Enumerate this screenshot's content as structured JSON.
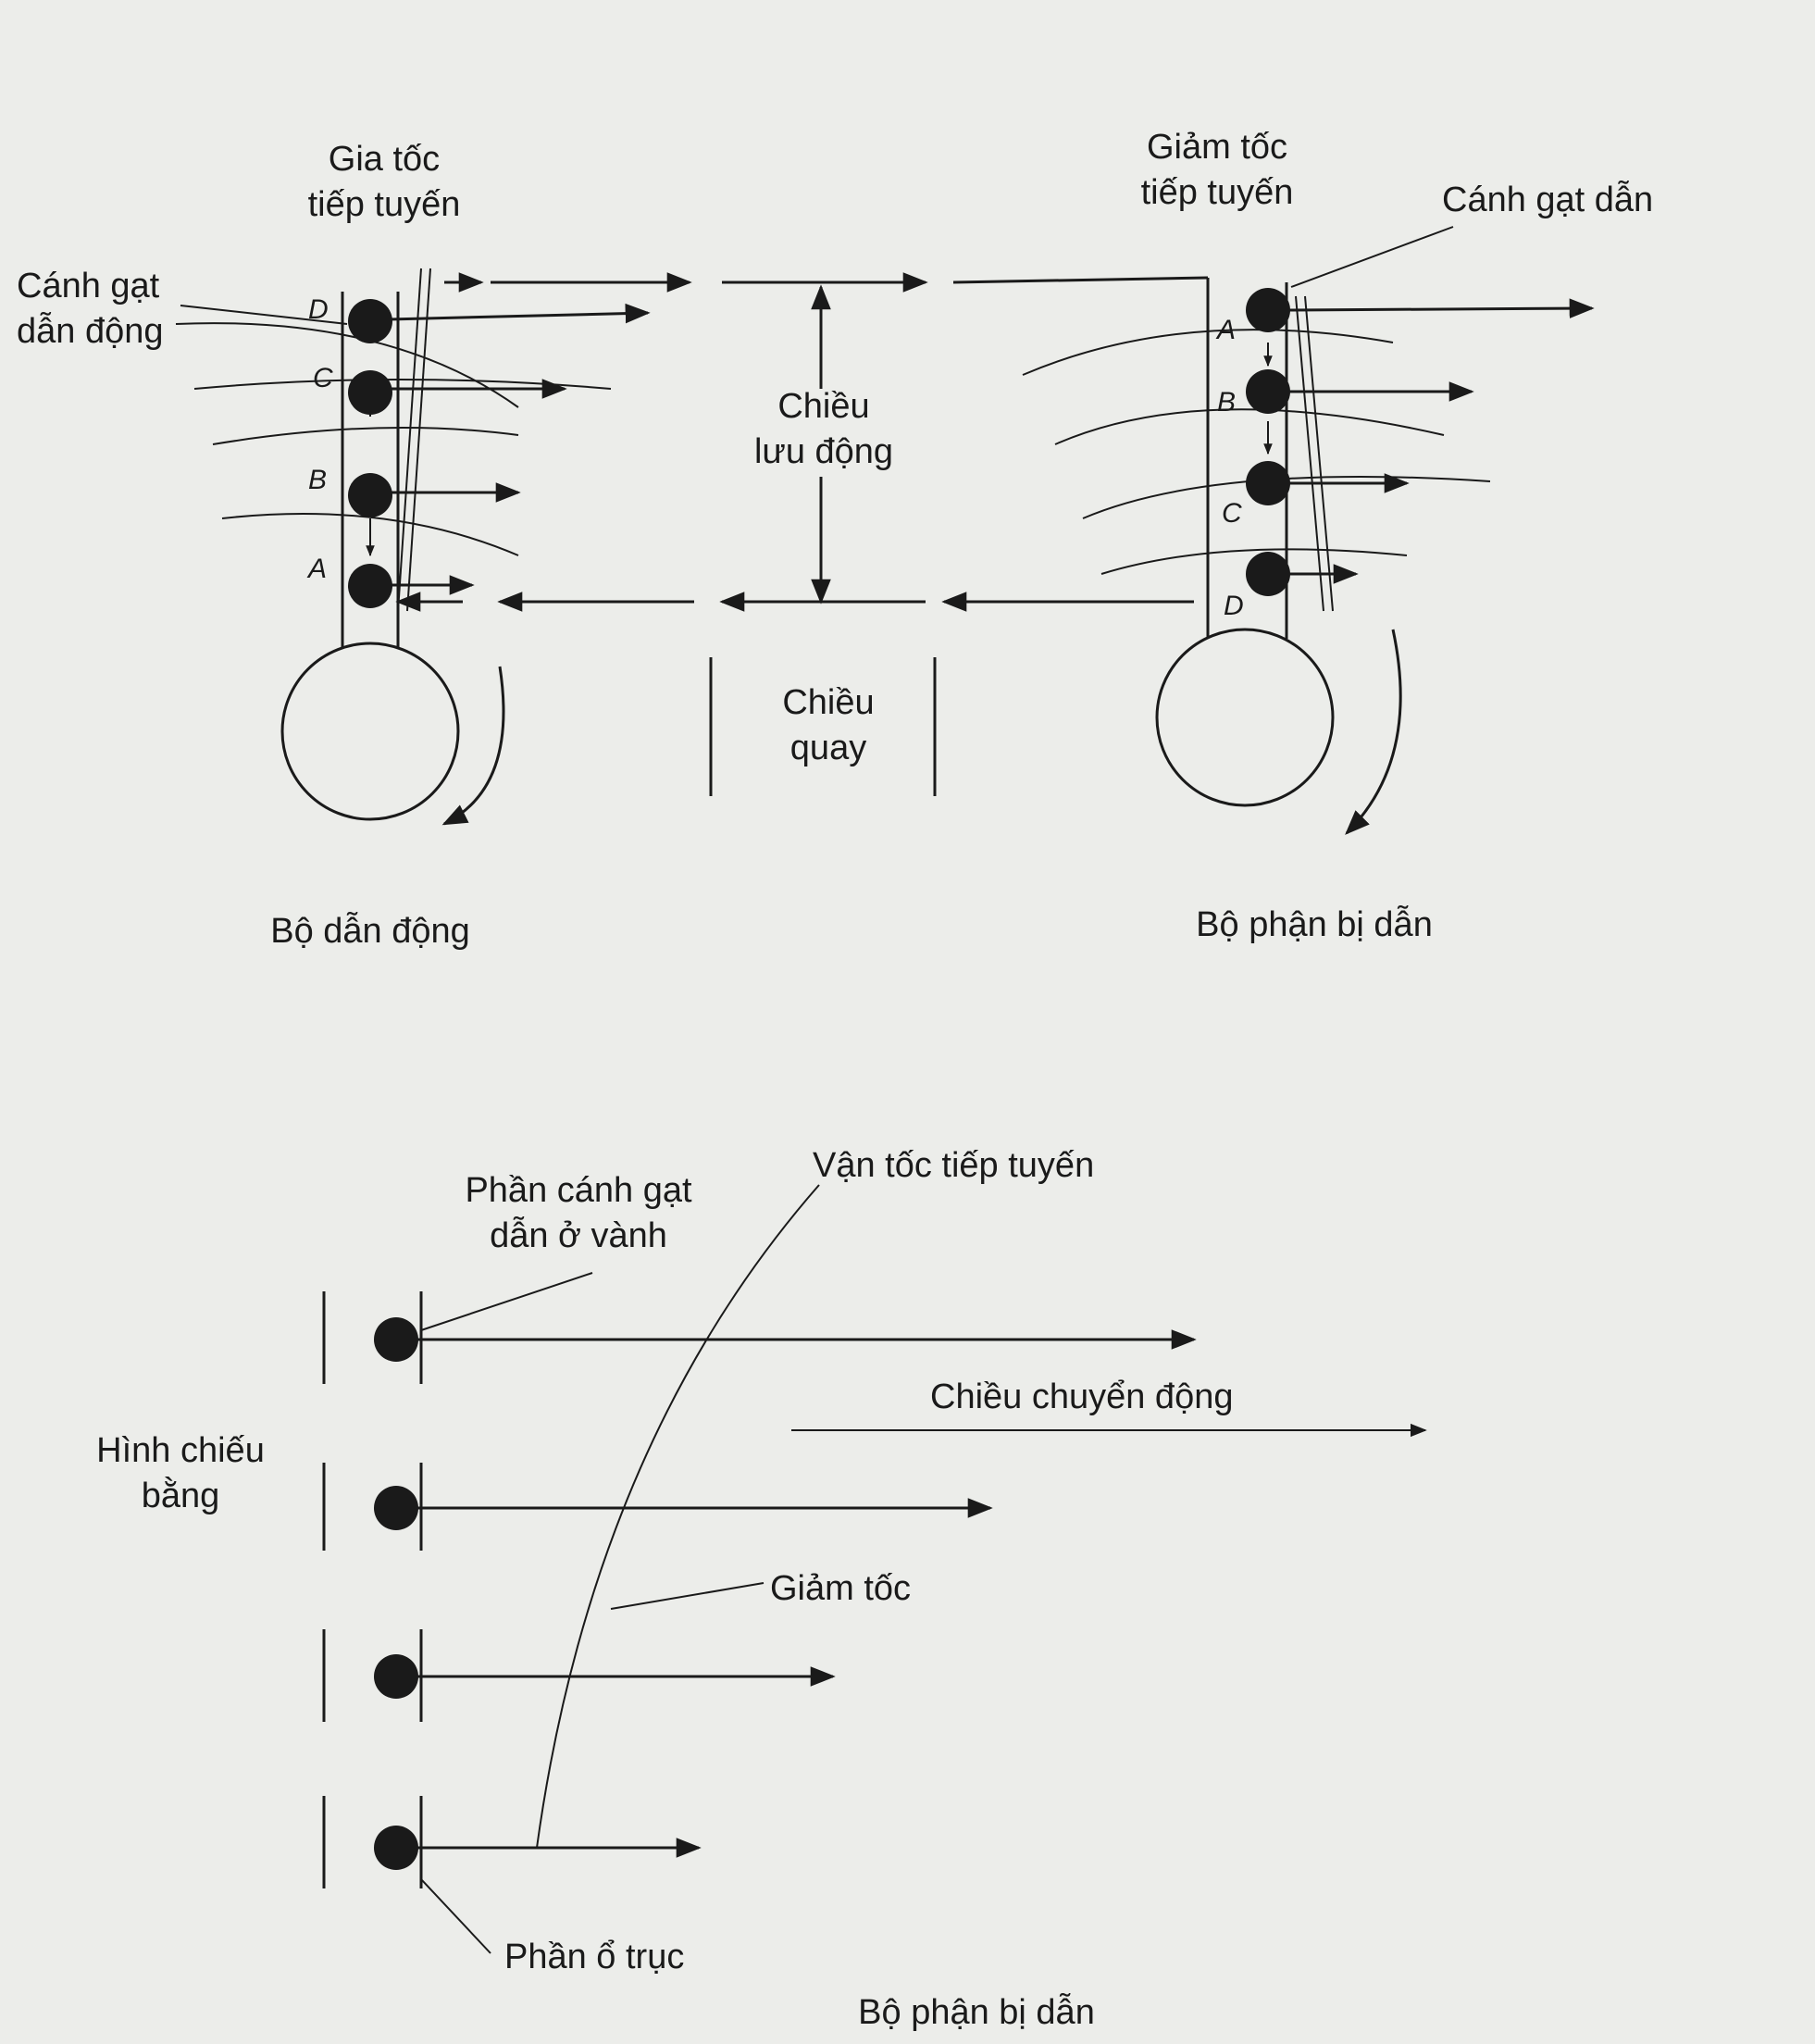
{
  "top": {
    "drive": {
      "tangent_accel": "Gia tốc\ntiếp tuyến",
      "driving_vane": "Cánh gạt\ndẫn động",
      "title": "Bộ dẫn động",
      "points": [
        "D",
        "C",
        "B",
        "A"
      ]
    },
    "flow": {
      "flow_dir": "Chiều\nlưu động",
      "rotation_dir": "Chiều\nquay"
    },
    "driven": {
      "tangent_decel": "Giảm tốc\ntiếp tuyến",
      "driven_vane": "Cánh gạt dẫn",
      "title": "Bộ phận bị dẫn",
      "points": [
        "A",
        "B",
        "C",
        "D"
      ]
    }
  },
  "bottom": {
    "tangent_velocity": "Vận tốc tiếp tuyến",
    "rim_vane": "Phần cánh gạt\ndẫn ở vành",
    "motion_dir": "Chiều chuyển động",
    "plan_view": "Hình chiếu\nbằng",
    "deceleration": "Giảm tốc",
    "hub_part": "Phần ổ trục",
    "title": "Bộ phận bị dẫn"
  },
  "colors": {
    "ink": "#1a1a1a",
    "paper": "#ecedea"
  }
}
